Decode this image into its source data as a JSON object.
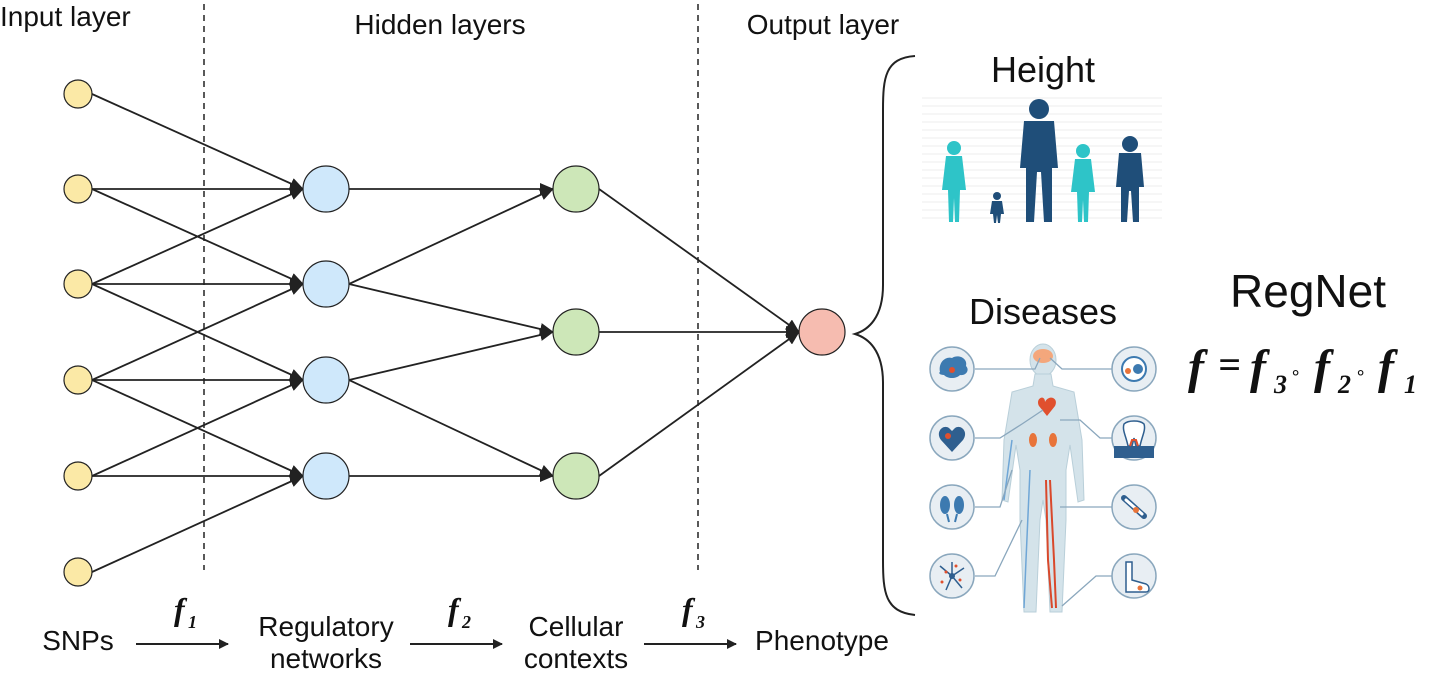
{
  "layers": {
    "input": "Input layer",
    "hidden": "Hidden layers",
    "output": "Output layer"
  },
  "pipeline": {
    "snps": "SNPs",
    "f1": "f",
    "f1_sub": "1",
    "regulatory_line1": "Regulatory",
    "regulatory_line2": "networks",
    "f2": "f",
    "f2_sub": "2",
    "cellular_line1": "Cellular",
    "cellular_line2": "contexts",
    "f3": "f",
    "f3_sub": "3",
    "phenotype": "Phenotype"
  },
  "outputs": {
    "height": "Height",
    "diseases": "Diseases"
  },
  "model": {
    "name": "RegNet",
    "formula_lhs": "f",
    "formula_eq": "=",
    "formula_f": "f",
    "sub3": "3",
    "sub2": "2",
    "sub1": "1",
    "compose": "∘"
  },
  "colors": {
    "input_node": "#fbe9a6",
    "hidden1_node": "#cfe8fb",
    "hidden2_node": "#cde7b8",
    "output_node": "#f6bcb0",
    "teal": "#2ec4c8",
    "navy": "#1f4e79"
  },
  "network": {
    "input_count": 6,
    "hidden1_count": 4,
    "hidden2_count": 3,
    "output_count": 1
  },
  "icons": [
    "brain-icon",
    "eye-icon",
    "heart-icon",
    "tooth-icon",
    "kidney-icon",
    "bone-icon",
    "neuron-icon",
    "foot-icon"
  ]
}
